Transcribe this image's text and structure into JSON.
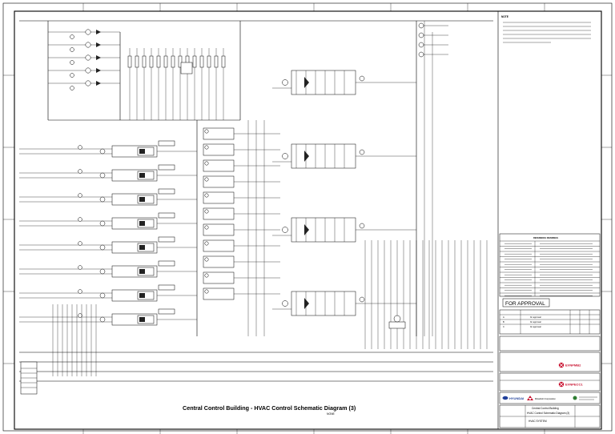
{
  "title_block": {
    "drawing_title": "Central Control Building - HVAC Control Schematic Diagram (3)",
    "scale_note": "NONE",
    "approval_stamp": "FOR APPROVAL",
    "project_text_line1": "Central Control Building",
    "project_text_line2": "HVAC Control Schematic Diagram (3)",
    "system_label": "HVAC SYSTEM",
    "company_hyundai": "HYUNDAI",
    "company_mitsubishi": "Mitsubishi Corporation",
    "company_evn_1": "EVNPMB2",
    "company_evn_2": "EVNPECC1",
    "revision_entries": [
      {
        "rev": "A",
        "desc": "for approval"
      },
      {
        "rev": "B",
        "desc": "for approval"
      },
      {
        "rev": "C",
        "desc": "for approval"
      }
    ]
  },
  "notes": {
    "heading": "NOTE"
  },
  "reference_drawings": {
    "heading": "REFERENCE DRAWINGS"
  },
  "colors": {
    "line": "#000000",
    "evn_red": "#c8102e",
    "evn_blue": "#1f3f9a",
    "accent_green": "#2e7d32"
  }
}
